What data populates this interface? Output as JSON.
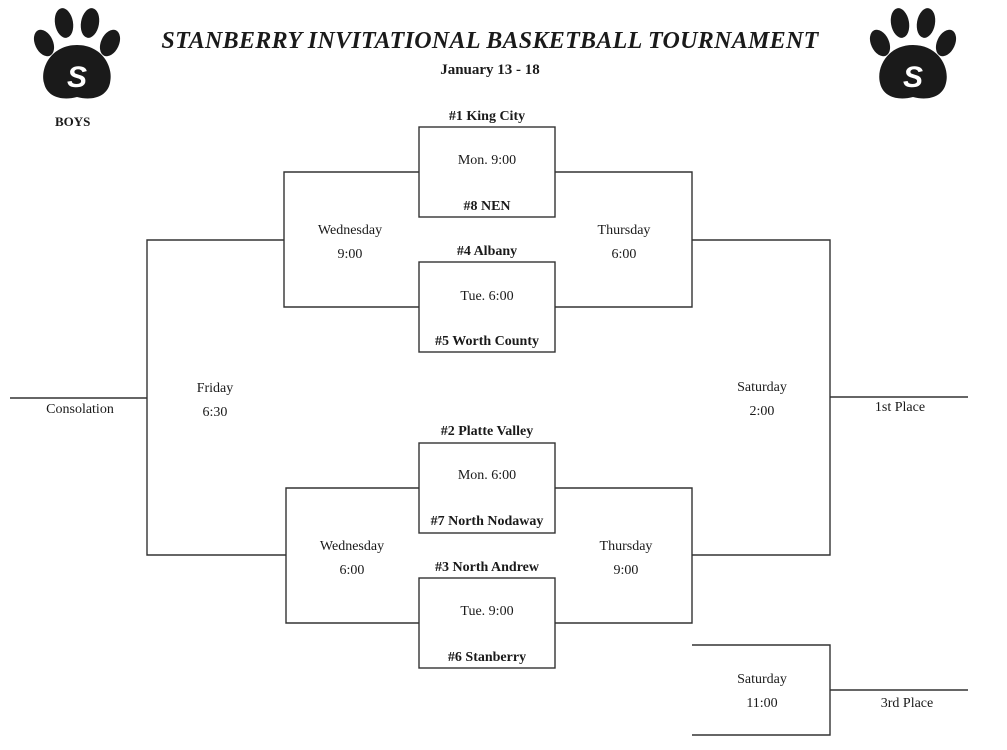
{
  "header": {
    "title": "STANBERRY INVITATIONAL BASKETBALL TOURNAMENT",
    "dates": "January 13 - 18",
    "division": "BOYS",
    "logo_letter": "S"
  },
  "first_round": [
    {
      "top_team": "#1  King City",
      "time": "Mon. 9:00",
      "bottom_team": "#8 NEN"
    },
    {
      "top_team": "#4 Albany",
      "time": "Tue. 6:00",
      "bottom_team": "#5 Worth County"
    },
    {
      "top_team": "#2 Platte Valley",
      "time": "Mon. 6:00",
      "bottom_team": "#7 North Nodaway"
    },
    {
      "top_team": "#3 North Andrew",
      "time": "Tue. 9:00",
      "bottom_team": "#6 Stanberry"
    }
  ],
  "consolation_semis": [
    {
      "day": "Wednesday",
      "time": "9:00"
    },
    {
      "day": "Wednesday",
      "time": "6:00"
    }
  ],
  "winner_semis": [
    {
      "day": "Thursday",
      "time": "6:00"
    },
    {
      "day": "Thursday",
      "time": "9:00"
    }
  ],
  "consolation_final": {
    "day": "Friday",
    "time": "6:30",
    "result": "Consolation"
  },
  "championship": {
    "day": "Saturday",
    "time": "2:00",
    "result": "1st Place"
  },
  "third_place": {
    "day": "Saturday",
    "time": "11:00",
    "result": "3rd Place"
  }
}
